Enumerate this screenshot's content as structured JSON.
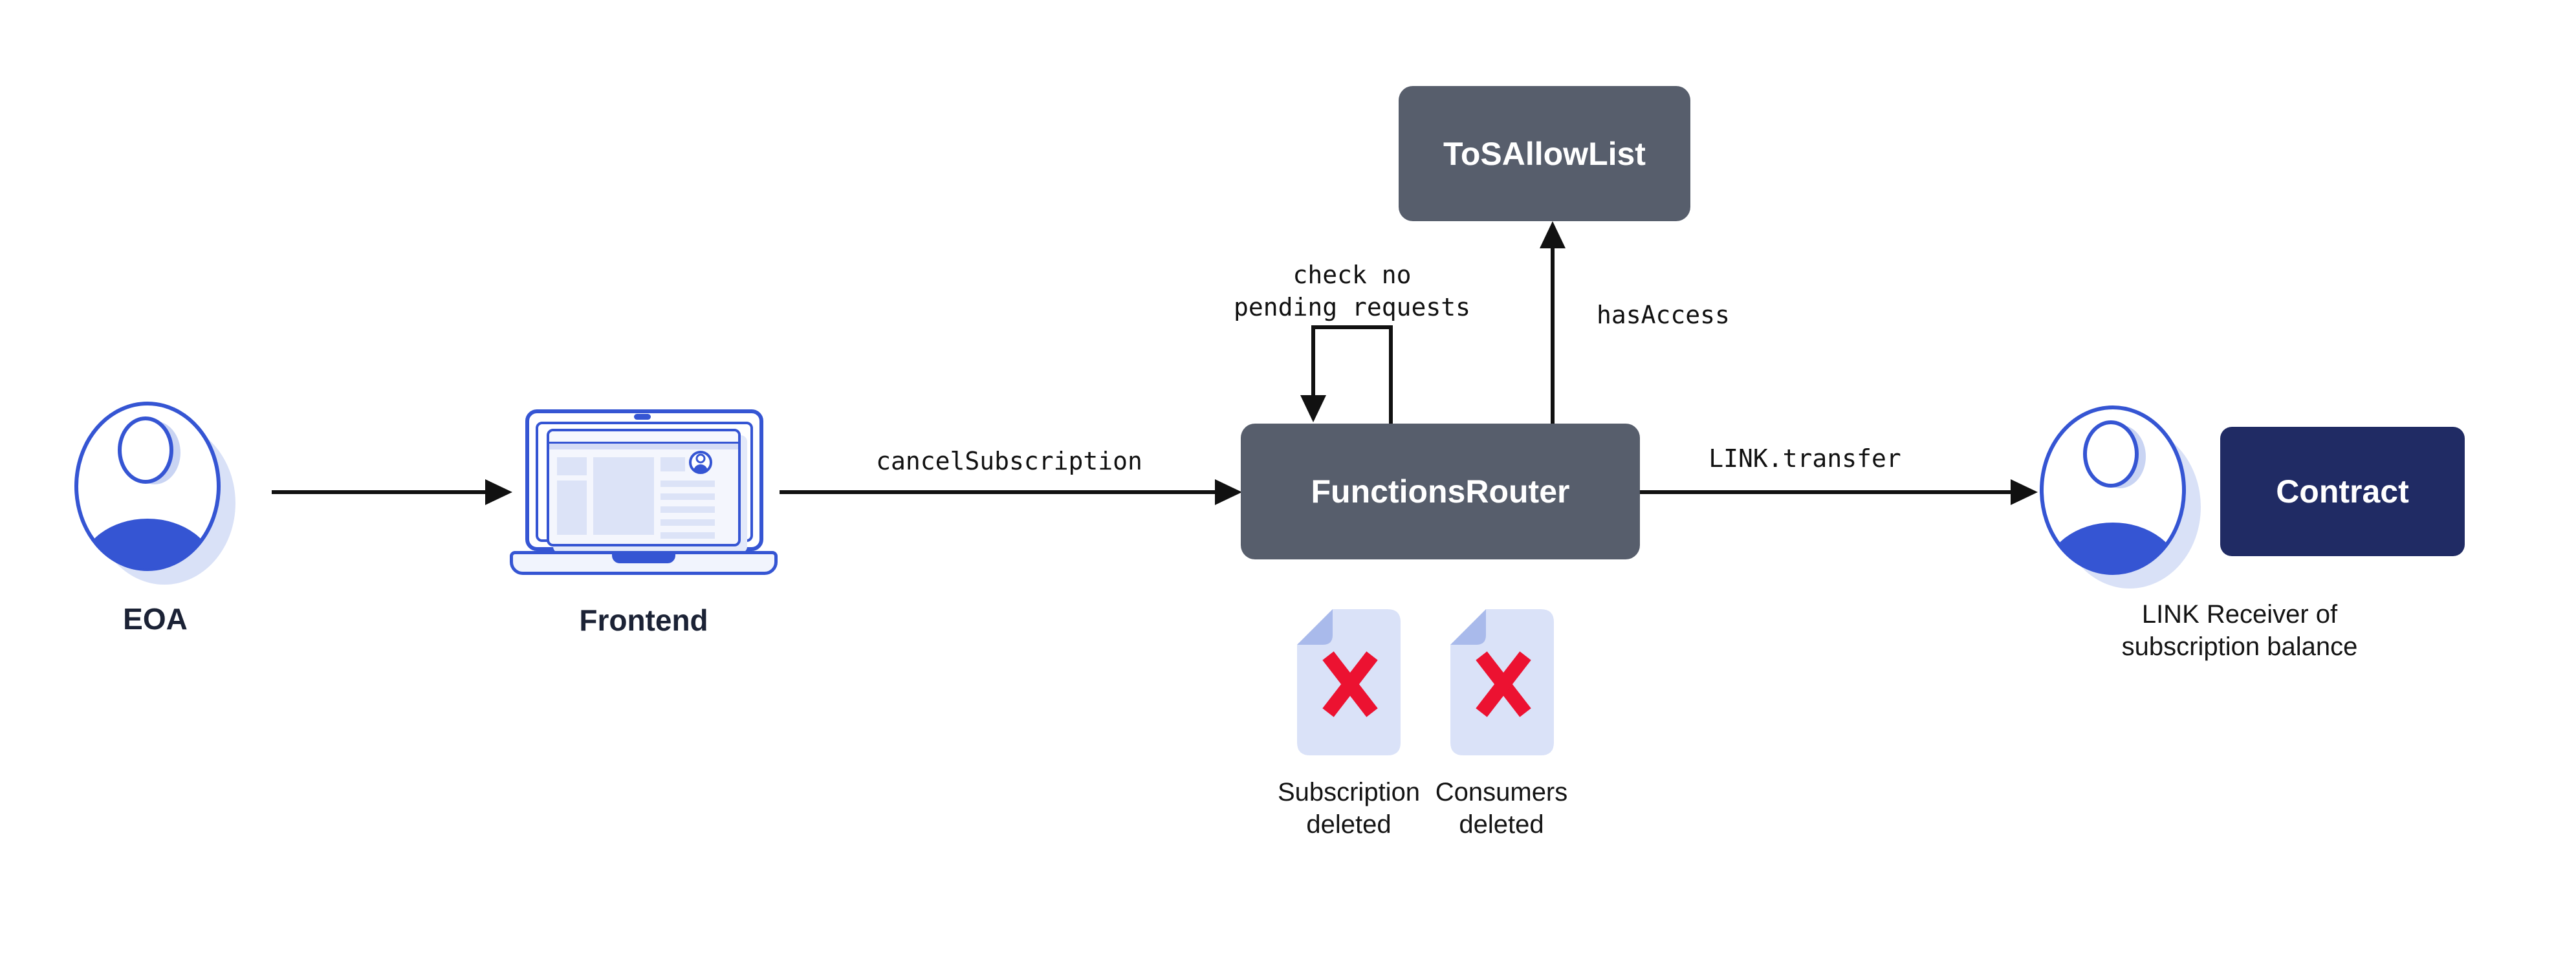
{
  "colors": {
    "accent_blue": "#3555D3",
    "light_blue_shadow": "#D9E1F7",
    "slate_box": "#575E6C",
    "navy_box": "#202B64",
    "red_x": "#EC1231",
    "arrow_black": "#111111",
    "label_navy": "#1B2235"
  },
  "nodes": {
    "eoa": {
      "label": "EOA"
    },
    "frontend": {
      "label": "Frontend"
    },
    "functions_router": {
      "label": "FunctionsRouter"
    },
    "tos_allow_list": {
      "label": "ToSAllowList"
    },
    "contract": {
      "label": "Contract"
    },
    "link_receiver": {
      "caption_line1": "LINK Receiver of",
      "caption_line2": "subscription balance"
    }
  },
  "artifacts": {
    "subscription_doc": {
      "caption_line1": "Subscription",
      "caption_line2": "deleted"
    },
    "consumers_doc": {
      "caption_line1": "Consumers",
      "caption_line2": "deleted"
    }
  },
  "edges": {
    "frontend_to_router": {
      "label": "cancelSubscription"
    },
    "router_self_check": {
      "label_line1": "check no",
      "label_line2": "pending requests"
    },
    "router_to_tos": {
      "label": "hasAccess"
    },
    "router_to_receiver": {
      "label": "LINK.transfer"
    }
  }
}
